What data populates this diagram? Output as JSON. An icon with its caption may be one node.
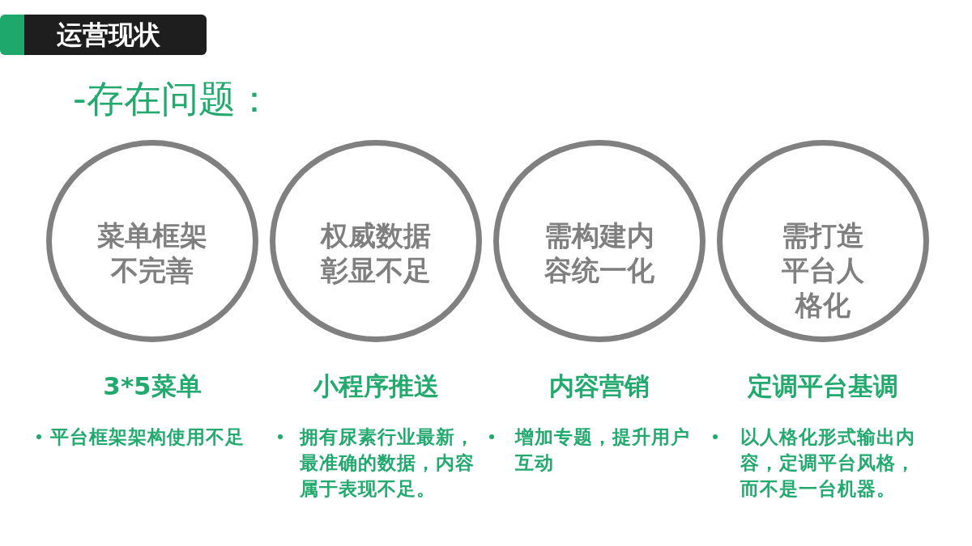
{
  "diagram": {
    "title": "运营现状",
    "nodes": [
      {
        "text": [
          "菜单框架不完善"
        ],
        "beside": [
          "3*5菜单",
          "平台框架架构使用不足"
        ]
      },
      {
        "text": [
          "权威数据彰显不足"
        ],
        "beside": [
          "小程序推送",
          "拥有尿素行业最新，最准确的数据，内容属于表现不足。"
        ]
      },
      {
        "text": [
          "需构建内容统一化"
        ],
        "beside": [
          "内容营销",
          "增加专题，提升用户互动"
        ]
      },
      {
        "text": [
          "需打造平台人格化"
        ],
        "beside": [
          "定调平台基调",
          "以人格化形式输出内容，定调平台风格，而不是一台机器。"
        ]
      }
    ],
    "labels": [
      "-存在问题："
    ]
  }
}
